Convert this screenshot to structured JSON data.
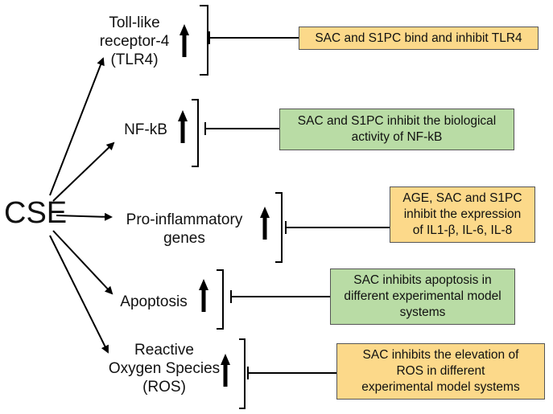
{
  "source": {
    "label": "CSE"
  },
  "colors": {
    "yellow_box": "#fcd98a",
    "green_box": "#b9dca5",
    "line": "#000000"
  },
  "targets": [
    {
      "lines": [
        "Toll-like",
        "receptor-4",
        "(TLR4)"
      ],
      "indicator": "up-arrow",
      "effect": {
        "lines": [
          "SAC and S1PC bind and inhibit TLR4"
        ],
        "color": "yellow"
      }
    },
    {
      "lines": [
        "NF-kB"
      ],
      "indicator": "up-arrow",
      "effect": {
        "lines": [
          "SAC and S1PC inhibit the biological",
          "activity of NF-kB"
        ],
        "color": "green"
      }
    },
    {
      "lines": [
        "Pro-inflammatory",
        "genes"
      ],
      "indicator": "up-arrow",
      "effect": {
        "lines": [
          "AGE, SAC and S1PC",
          "inhibit the expression",
          "of IL1-β, IL-6, IL-8"
        ],
        "color": "yellow"
      }
    },
    {
      "lines": [
        "Apoptosis"
      ],
      "indicator": "up-arrow",
      "effect": {
        "lines": [
          "SAC inhibits apoptosis in",
          "different experimental model",
          "systems"
        ],
        "color": "green"
      }
    },
    {
      "lines": [
        "Reactive",
        "Oxygen Species",
        "(ROS)"
      ],
      "indicator": "up-arrow",
      "effect": {
        "lines": [
          "SAC inhibits the elevation of",
          "ROS in different",
          "experimental model systems"
        ],
        "color": "yellow"
      }
    }
  ]
}
